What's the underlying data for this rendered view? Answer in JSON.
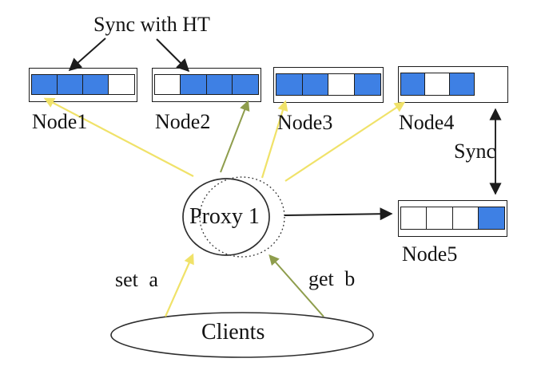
{
  "diagram": {
    "title_label": "Sync with HT",
    "sync_label": "Sync",
    "proxy_label": "Proxy 1",
    "clients_label": "Clients",
    "set_label": "set a",
    "get_label": "get b",
    "nodes": [
      {
        "label": "Node1",
        "cells": [
          "blue",
          "blue",
          "blue",
          "white"
        ]
      },
      {
        "label": "Node2",
        "cells": [
          "white",
          "blue",
          "blue",
          "blue"
        ]
      },
      {
        "label": "Node3",
        "cells": [
          "blue",
          "blue",
          "white",
          "blue"
        ]
      },
      {
        "label": "Node4",
        "cells": [
          "blue",
          "white",
          "blue"
        ]
      },
      {
        "label": "Node5",
        "cells": [
          "white",
          "white",
          "white",
          "blue"
        ]
      }
    ]
  },
  "colors": {
    "cell_blue": "#3e80e4",
    "cell_white": "#ffffff",
    "arrow_yellow": "#f0e269",
    "arrow_olive": "#8e9d4c",
    "arrow_black": "#1c1c1c",
    "border_dark": "#1c1c1c"
  }
}
